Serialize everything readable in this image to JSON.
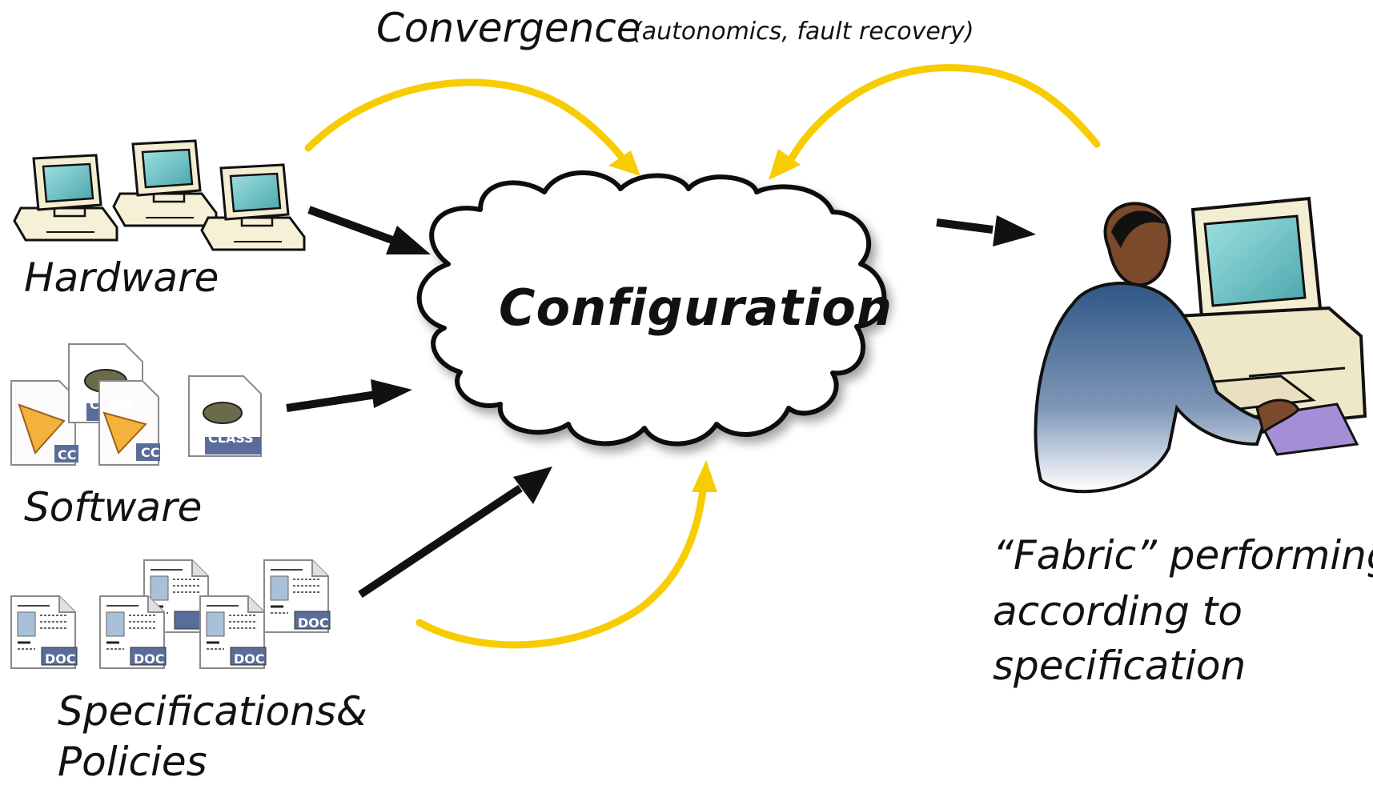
{
  "convergence": {
    "title": "Convergence",
    "subtitle": "(autonomics, fault recovery)"
  },
  "center": {
    "label": "Configuration"
  },
  "inputs": {
    "hardware": "Hardware",
    "software": "Software",
    "specs_line1": "Specifications&",
    "specs_line2": "Policies"
  },
  "output": {
    "line1": "“Fabric” performing",
    "line2": "according to",
    "line3": "specification"
  },
  "file_badges": {
    "class": "CLASS",
    "cc": "CC",
    "doc": "DOC"
  },
  "colors": {
    "convergence_arrow": "#f7cc00",
    "flow_arrow": "#111111",
    "screen": "#6ec7c9",
    "shirt": "#3a6090",
    "badge": "#5a6c9a"
  }
}
